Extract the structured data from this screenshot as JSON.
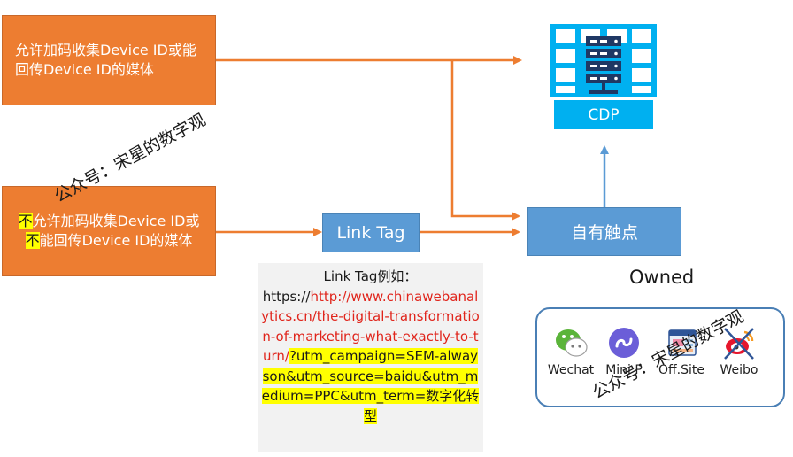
{
  "sources": {
    "allow_device_id": "允许加码收集Device ID或能回传Device ID的媒体",
    "disallow": {
      "part1": "不",
      "part2": "允许加码收集Device ID或",
      "part3": "不",
      "part4": "能回传Device ID的媒体"
    }
  },
  "link_tag": {
    "label": "Link Tag"
  },
  "owned_touchpoint": {
    "label": "自有触点"
  },
  "cdp": {
    "label": "CDP"
  },
  "owned": {
    "title": "Owned",
    "channels": [
      {
        "label": "Wechat",
        "icon": "wechat-icon"
      },
      {
        "label": "Mini P",
        "icon": "mini-program-icon"
      },
      {
        "label": "Off.Site",
        "icon": "official-site-icon"
      },
      {
        "label": "Weibo",
        "icon": "weibo-icon"
      }
    ]
  },
  "example": {
    "heading": "Link Tag例如：",
    "prefix": "https://",
    "url_red": "http://www.chinawebanalytics.cn/the-digital-transformation-of-marketing-what-exactly-to-turn/",
    "query": "?utm_campaign=SEM-alwayson&utm_source=baidu&utm_medium=PPC&utm_term=数字化转型"
  },
  "watermarks": [
    "公众号：宋星的数字观",
    "公众号：宋星的数字观"
  ],
  "colors": {
    "source_orange": "#ED7D31",
    "node_blue": "#5B9BD5",
    "cdp_cyan": "#00B0F0",
    "arrow_orange": "#ED7D31",
    "arrow_blue": "#5B9BD5",
    "highlight_yellow": "#FFFF00",
    "url_red": "#E0241B"
  }
}
